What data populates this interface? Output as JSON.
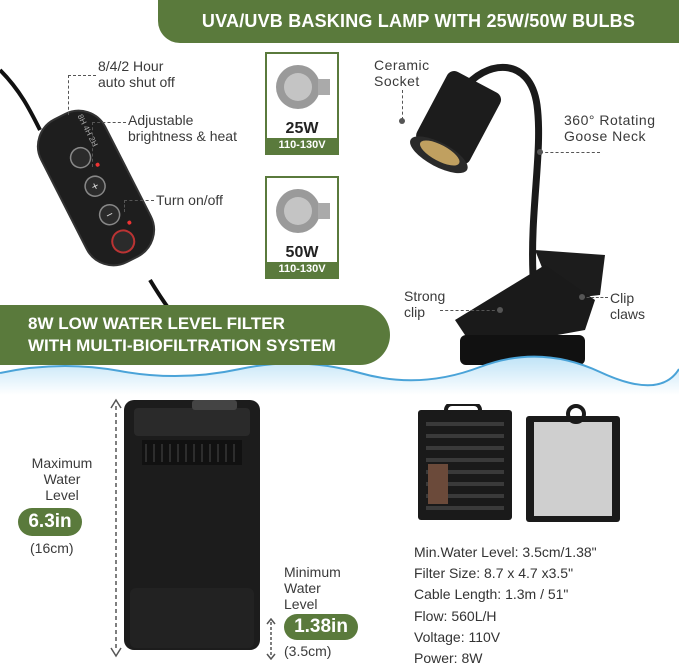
{
  "banners": {
    "top": "UVA/UVB BASKING LAMP WITH 25W/50W BULBS",
    "mid_line1": "8W LOW WATER LEVEL FILTER",
    "mid_line2": "WITH MULTI-BIOFILTRATION SYSTEM"
  },
  "controller": {
    "shutoff_label_line1": "8/4/2 Hour",
    "shutoff_label_line2": "auto shut off",
    "adjust_label_line1": "Adjustable",
    "adjust_label_line2": "brightness & heat",
    "power_label": "Turn on/off",
    "timer_text": "8H 4H 2H"
  },
  "bulbs": [
    {
      "watt": "25W",
      "voltage": "110-130V"
    },
    {
      "watt": "50W",
      "voltage": "110-130V"
    }
  ],
  "lamp": {
    "socket_line1": "Ceramic",
    "socket_line2": "Socket",
    "neck_line1": "360° Rotating",
    "neck_line2": "Goose Neck",
    "clip_line1": "Strong",
    "clip_line2": "clip",
    "claws_line1": "Clip",
    "claws_line2": "claws"
  },
  "filter": {
    "max_line1": "Maximum",
    "max_line2": "Water",
    "max_line3": "Level",
    "max_value": "6.3in",
    "max_metric": "(16cm)",
    "min_line1": "Minimum",
    "min_line2": "Water",
    "min_line3": "Level",
    "min_value": "1.38in",
    "min_metric": "(3.5cm)"
  },
  "specs": [
    "Min.Water Level: 3.5cm/1.38\"",
    "Filter Size: 8.7 x 4.7 x3.5\"",
    "Cable Length: 1.3m / 51\"",
    "Flow: 560L/H",
    "Voltage: 110V",
    "Power: 8W"
  ],
  "colors": {
    "accent_green": "#5a7a3c",
    "water_blue": "#4aa3d8",
    "device_black": "#1c1c1c"
  }
}
